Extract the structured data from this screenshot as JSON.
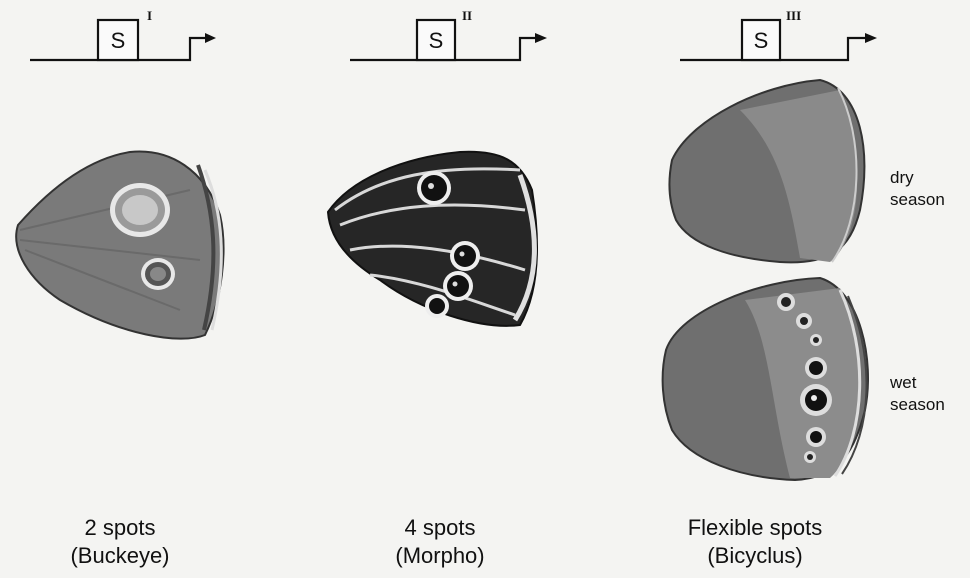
{
  "constructs": [
    {
      "box": "S",
      "sup": "I"
    },
    {
      "box": "S",
      "sup": "II"
    },
    {
      "box": "S",
      "sup": "III"
    }
  ],
  "captions": [
    {
      "count": "2 spots",
      "species": "(Buckeye)"
    },
    {
      "count": "4 spots",
      "species": "(Morpho)"
    },
    {
      "count": "Flexible spots",
      "species": "(Bicyclus)"
    }
  ],
  "seasons": {
    "dry": [
      "dry",
      "season"
    ],
    "wet": [
      "wet",
      "season"
    ]
  }
}
